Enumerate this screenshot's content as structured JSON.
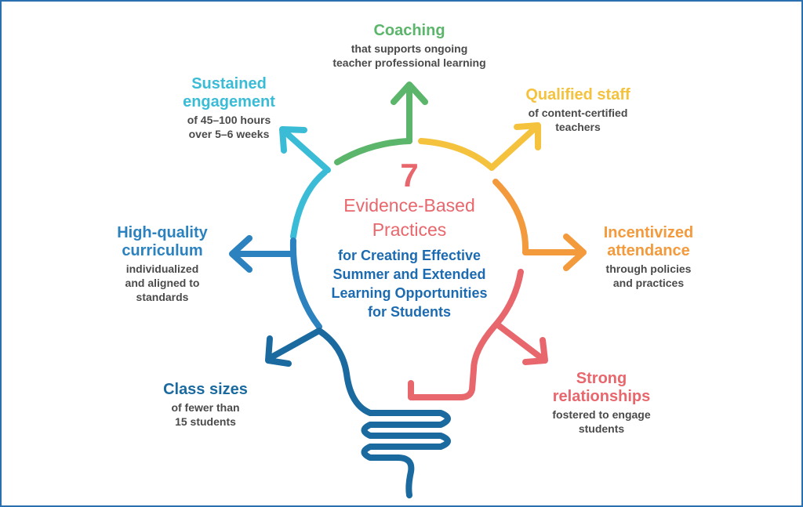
{
  "center": {
    "number": "7",
    "heading_line1": "Evidence-Based",
    "heading_line2": "Practices",
    "sub_line1": "for Creating Effective",
    "sub_line2": "Summer and Extended",
    "sub_line3": "Learning Opportunities",
    "sub_line4": "for Students"
  },
  "practices": [
    {
      "title": "Coaching",
      "desc_line1": "that supports ongoing",
      "desc_line2": "teacher professional learning",
      "color": "#5bb56a"
    },
    {
      "title": "Qualified staff",
      "desc_line1": "of content-certified",
      "desc_line2": "teachers",
      "color": "#f4c23d"
    },
    {
      "title_line1": "Incentivized",
      "title_line2": "attendance",
      "desc_line1": "through policies",
      "desc_line2": "and practices",
      "color": "#f39a3d"
    },
    {
      "title_line1": "Strong",
      "title_line2": "relationships",
      "desc_line1": "fostered to engage",
      "desc_line2": "students",
      "color": "#e8676d"
    },
    {
      "title": "Class sizes",
      "desc_line1": "of fewer than",
      "desc_line2": "15 students",
      "color": "#1a6aa0"
    },
    {
      "title_line1": "High-quality",
      "title_line2": "curriculum",
      "desc_line1": "individualized",
      "desc_line2": "and aligned to",
      "desc_line3": "standards",
      "color": "#2b82bf"
    },
    {
      "title_line1": "Sustained",
      "title_line2": "engagement",
      "desc_line1": "of 45–100 hours",
      "desc_line2": "over 5–6 weeks",
      "color": "#3bbcd6"
    }
  ],
  "colors": {
    "frame": "#2a6fb0",
    "green": "#5bb56a",
    "yellow": "#f4c23d",
    "orange": "#f39a3d",
    "red": "#e8676d",
    "dark_blue": "#1a6aa0",
    "blue": "#2b82bf",
    "cyan": "#3bbcd6",
    "text_gray": "#4a4a4a",
    "center_blue": "#1c6bb1"
  },
  "icons": [
    "lightbulb-icon",
    "arrow-icon"
  ]
}
